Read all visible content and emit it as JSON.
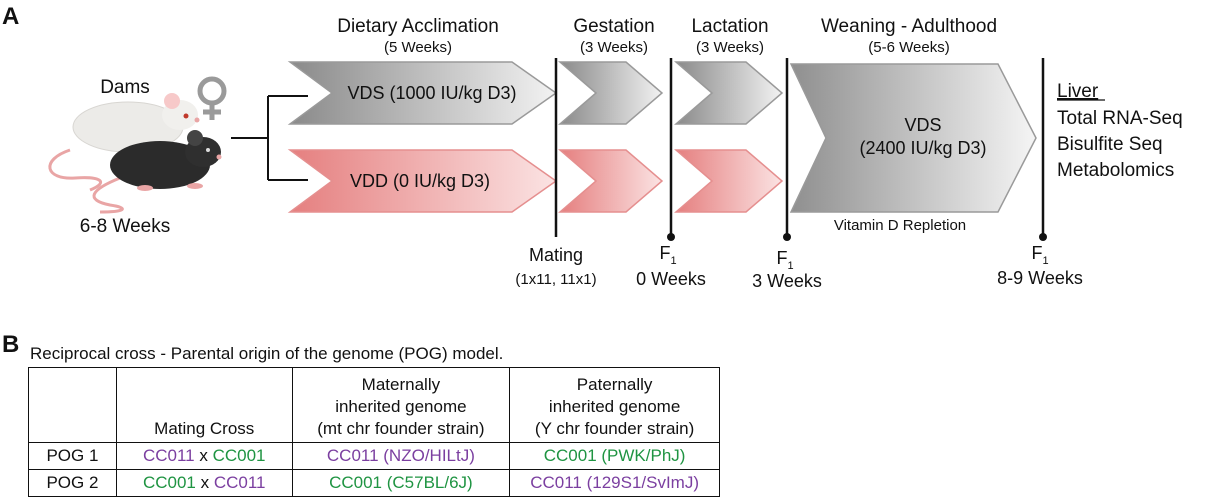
{
  "panel_a": {
    "letter": "A",
    "dams_label": "Dams",
    "age_label": "6-8 Weeks",
    "stages": [
      {
        "title": "Dietary Acclimation",
        "duration": "(5 Weeks)"
      },
      {
        "title": "Gestation",
        "duration": "(3 Weeks)"
      },
      {
        "title": "Lactation",
        "duration": "(3 Weeks)"
      },
      {
        "title": "Weaning - Adulthood",
        "duration": "(5-6 Weeks)"
      }
    ],
    "diet_vds": "VDS (1000 IU/kg D3)",
    "diet_vdd": "VDD (0 IU/kg D3)",
    "repletion_line1": "VDS",
    "repletion_line2": "(2400 IU/kg D3)",
    "repletion_note": "Vitamin D Repletion",
    "timepoints": {
      "mating": "Mating",
      "mating_sub": "(1x11, 11x1)",
      "f1_symbol": "F",
      "f1_sub": "1",
      "t0": "0 Weeks",
      "t3": "3 Weeks",
      "t89": "8-9 Weeks"
    },
    "outcomes": {
      "title": "Liver",
      "items": [
        "Total RNA-Seq",
        "Bisulfite Seq",
        "Metabolomics"
      ]
    },
    "colors": {
      "vds_grey": "#8f8f8f",
      "vdd_pink": "#e88b8b",
      "line": "#111111"
    }
  },
  "panel_b": {
    "letter": "B",
    "caption": "Reciprocal cross - Parental origin of the genome (POG) model.",
    "headers": {
      "col1": "",
      "col2": "Mating Cross",
      "col3_l1": "Maternally",
      "col3_l2": "inherited genome",
      "col3_l3": "(mt chr founder strain)",
      "col4_l1": "Paternally",
      "col4_l2": "inherited genome",
      "col4_l3": "(Y chr founder strain)"
    },
    "rows": [
      {
        "name": "POG 1",
        "dam": "CC011",
        "x": "x",
        "sire": "CC001",
        "maternal": "CC011 (NZO/HILtJ)",
        "paternal": "CC001 (PWK/PhJ)"
      },
      {
        "name": "POG 2",
        "dam": "CC001",
        "x": "x",
        "sire": "CC011",
        "maternal": "CC001 (C57BL/6J)",
        "paternal": "CC011 (129S1/SvImJ)"
      }
    ],
    "colors": {
      "cc011": "#7b3fa0",
      "cc001": "#1f9442"
    }
  }
}
